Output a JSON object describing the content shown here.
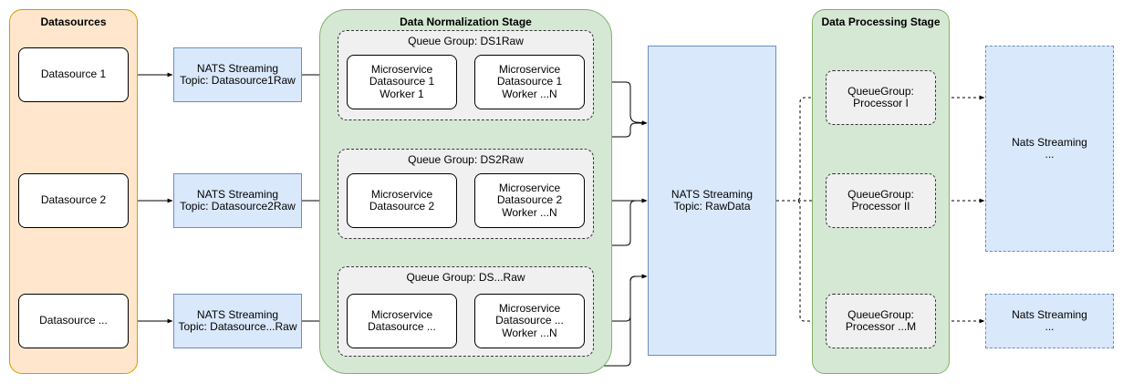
{
  "stages": {
    "datasources": {
      "title": "Datasources"
    },
    "normalization": {
      "title": "Data Normalization Stage"
    },
    "processing": {
      "title": "Data Processing Stage"
    }
  },
  "datasources": {
    "ds1": "Datasource 1",
    "ds2": "Datasource 2",
    "dsn": "Datasource ..."
  },
  "topics": {
    "ds1": "NATS Streaming\nTopic: Datasource1Raw",
    "ds2": "NATS Streaming\nTopic: Datasource2Raw",
    "dsn": "NATS Streaming\nTopic: Datasource...Raw",
    "raw": "NATS Streaming\nTopic: RawData"
  },
  "queue_groups": {
    "ds1": {
      "title": "Queue Group: DS1Raw",
      "worker_a": "Microservice\nDatasource 1\nWorker 1",
      "worker_b": "Microservice\nDatasource 1\nWorker ...N"
    },
    "ds2": {
      "title": "Queue Group: DS2Raw",
      "worker_a": "Microservice\nDatasource 2",
      "worker_b": "Microservice\nDatasource 2\nWorker ...N"
    },
    "dsn": {
      "title": "Queue Group: DS...Raw",
      "worker_a": "Microservice\nDatasource ...",
      "worker_b": "Microservice\nDatasource ...\nWorker ...N"
    }
  },
  "processors": {
    "p1": "QueueGroup:\nProcessor I",
    "p2": "QueueGroup:\nProcessor II",
    "pm": "QueueGroup:\nProcessor ...M"
  },
  "outputs": {
    "main": "Nats Streaming\n...",
    "last": "Nats Streaming\n..."
  },
  "colors": {
    "datasource_stage_fill": "#ffe6cc",
    "datasource_stage_border": "#d79b00",
    "green_stage_fill": "#d5e8d4",
    "green_stage_border": "#82b366",
    "blue_fill": "#dae8fc",
    "blue_border": "#6c8ebf",
    "queue_group_fill": "#f0f0f0"
  }
}
